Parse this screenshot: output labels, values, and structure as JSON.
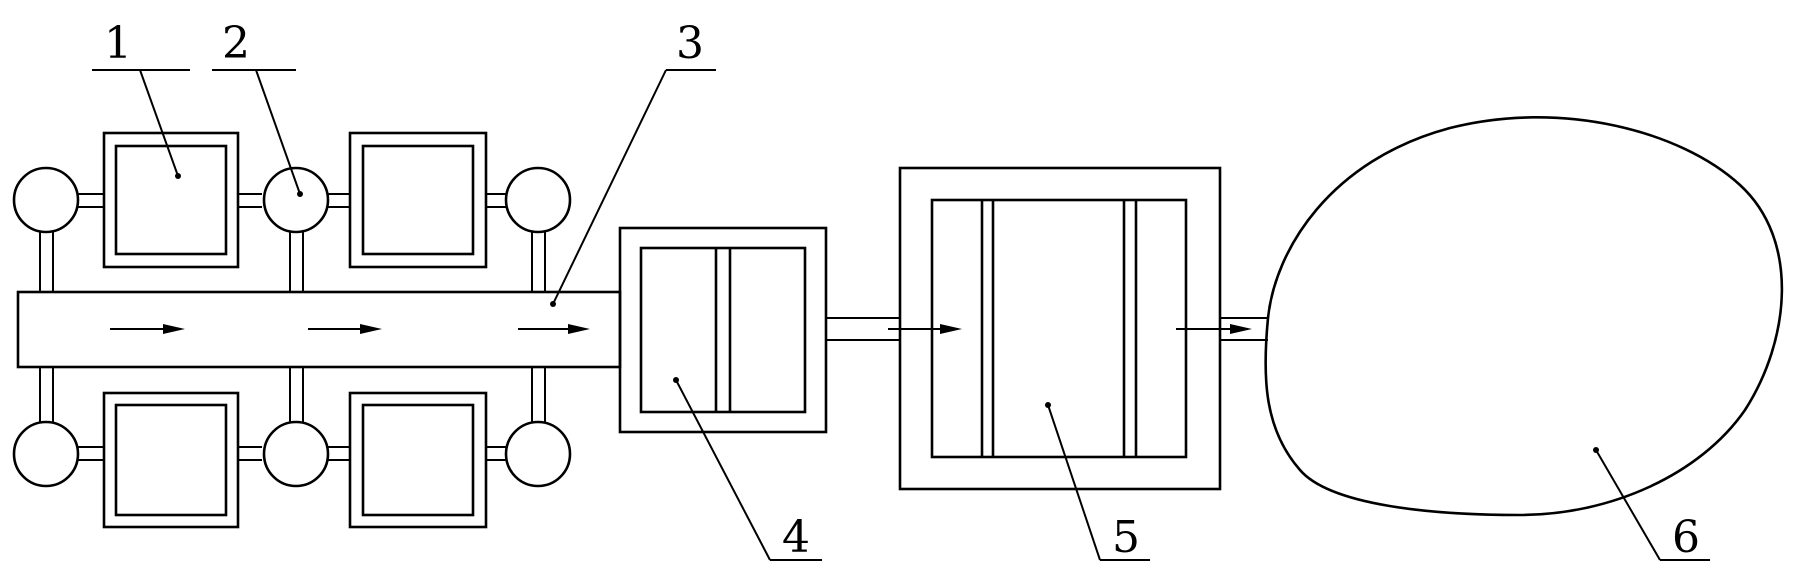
{
  "diagram": {
    "labels": {
      "unit_1": "1",
      "unit_2": "2",
      "unit_3": "3",
      "unit_4": "4",
      "unit_5": "5",
      "unit_6": "6"
    }
  }
}
